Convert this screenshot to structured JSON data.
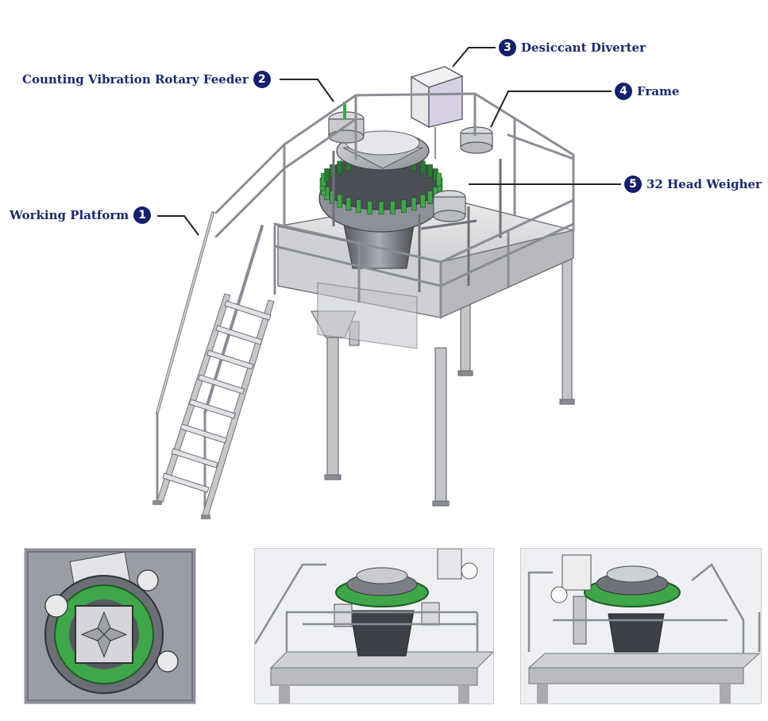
{
  "callouts": [
    {
      "number": "1",
      "label": "Working Platform"
    },
    {
      "number": "2",
      "label": "Counting Vibration Rotary Feeder"
    },
    {
      "number": "3",
      "label": "Desiccant Diverter"
    },
    {
      "number": "4",
      "label": "Frame"
    },
    {
      "number": "5",
      "label": "32 Head Weigher"
    }
  ],
  "colors": {
    "badge": "#14206b",
    "label_text": "#1a2a6b",
    "steel_light": "#e6e6e8",
    "steel_mid": "#bfc1c6",
    "steel_dark": "#6e7178",
    "bucket_green": "#3fa64a",
    "diverter_box": "#d6cfe6"
  },
  "views": [
    {
      "name": "isometric-main-view"
    },
    {
      "name": "top-view"
    },
    {
      "name": "front-view"
    },
    {
      "name": "side-view"
    }
  ]
}
